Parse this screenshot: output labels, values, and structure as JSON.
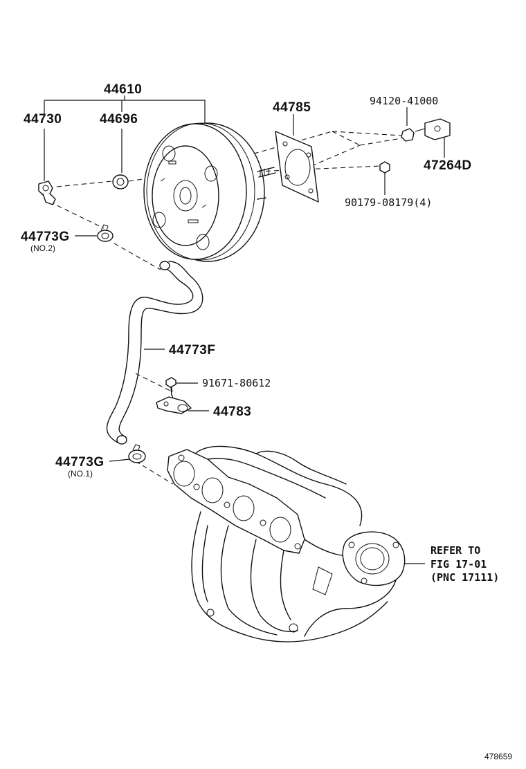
{
  "labels": {
    "booster_assy": "44610",
    "check_valve": "44730",
    "grommet": "44696",
    "gasket": "44785",
    "clevis_nut": "94120-41000",
    "clevis": "47264D",
    "nut": "90179-08179(4)",
    "clamp_no2_pn": "44773G",
    "clamp_no2_note": "(NO.2)",
    "hose": "44773F",
    "bolt": "91671-80612",
    "hose_clamp_bracket": "44783",
    "clamp_no1_pn": "44773G",
    "clamp_no1_note": "(NO.1)",
    "refer_line1": "REFER TO",
    "refer_line2": "FIG 17-01",
    "refer_line3": "(PNC 17111)"
  },
  "figure_id": "478659"
}
